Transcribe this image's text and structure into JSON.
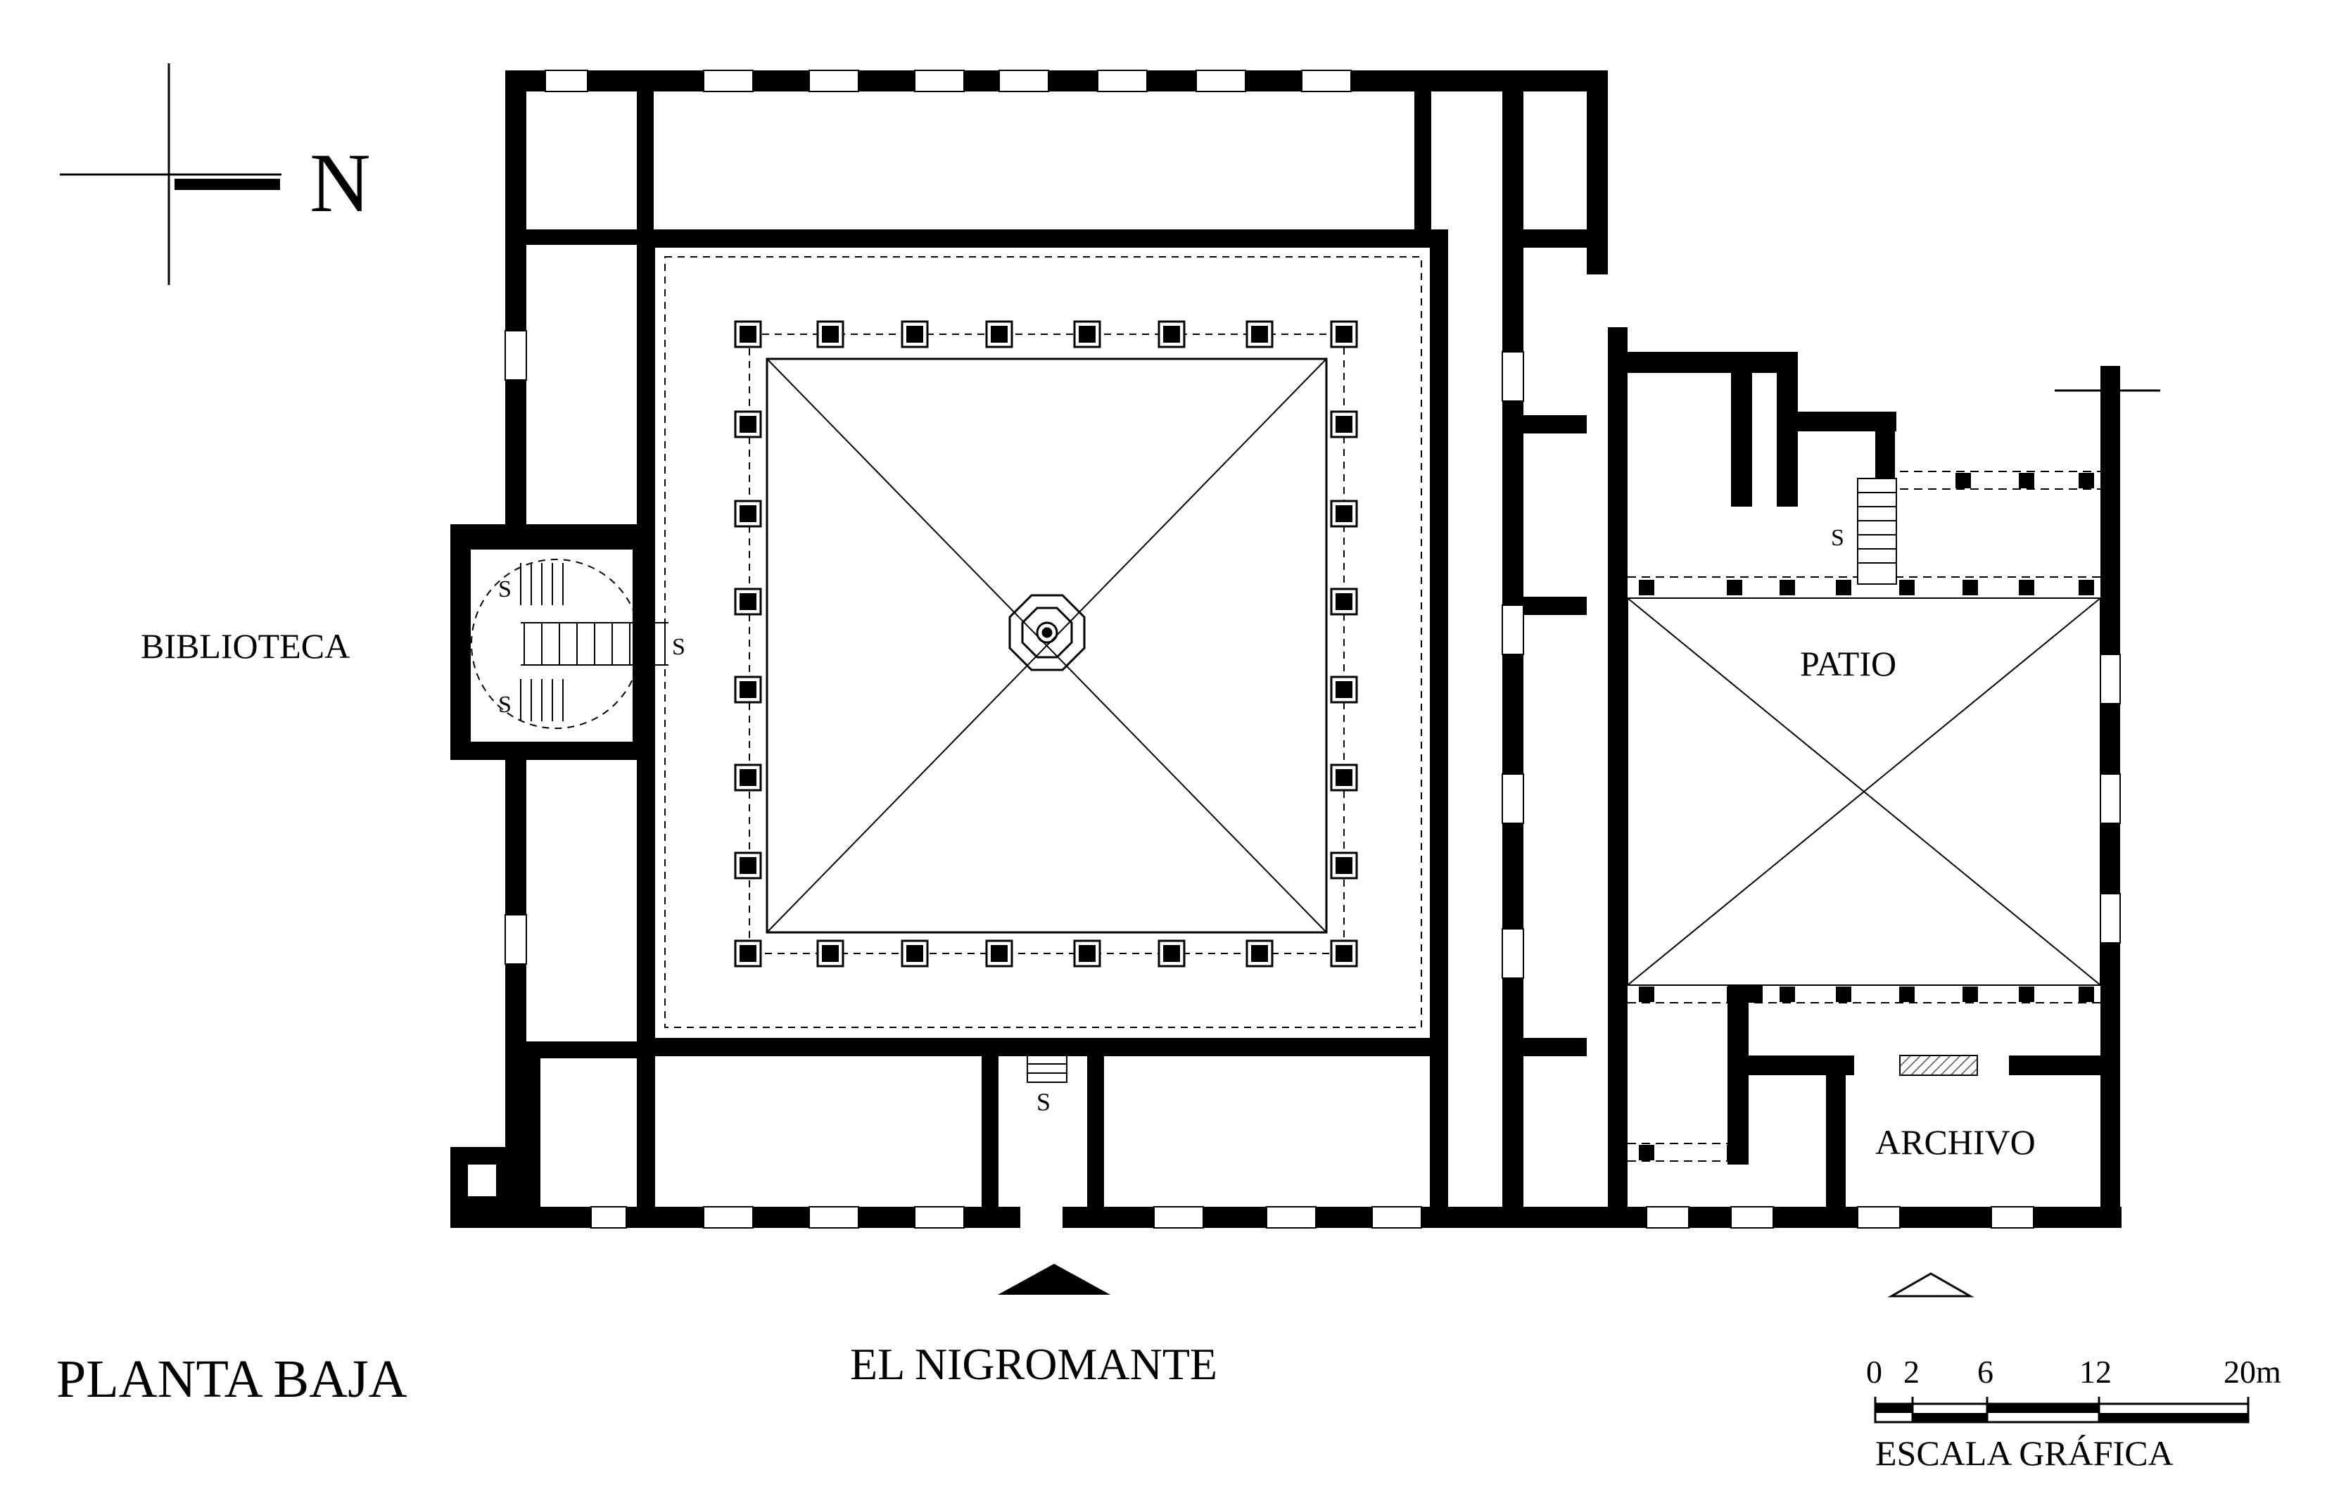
{
  "north": {
    "letter": "N"
  },
  "rooms": {
    "biblioteca": "BIBLIOTECA",
    "patio": "PATIO",
    "archivo": "ARCHIVO"
  },
  "stairs": {
    "up_mark": "S"
  },
  "entrance_label": "EL NIGROMANTE",
  "title": "PLANTA BAJA",
  "scale": {
    "ticks": [
      "0",
      "2",
      "6",
      "12",
      "20m"
    ],
    "caption": "ESCALA GRÁFICA"
  },
  "colors": {
    "ink": "#000000",
    "paper": "#ffffff",
    "hatch": "#6d6d6d"
  }
}
